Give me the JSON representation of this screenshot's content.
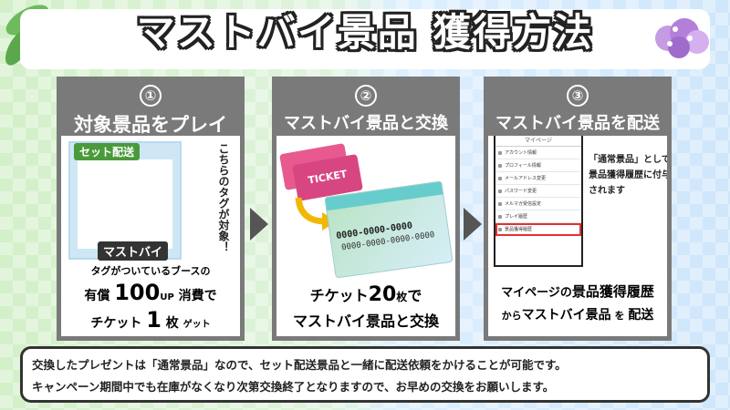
{
  "title": "マストバイ景品 獲得方法",
  "steps": [
    {
      "num": "①",
      "title": "対象景品をプレイ",
      "frame_top_label": "セット配送",
      "frame_bottom_label": "マストバイ",
      "vertical_note": "こちらのタグが対象！",
      "line1": "タグがついているブースの",
      "line2_a": "有償",
      "line2_num": "100",
      "line2_unit": "UP",
      "line2_b": "消費で",
      "line3_a": "チケット",
      "line3_num": "1",
      "line3_b": "枚",
      "line3_c": "ゲット"
    },
    {
      "num": "②",
      "title": "マストバイ景品と交換",
      "ticket_label": "TICKET",
      "card_code": "0000-0000-0000",
      "card_code2": "0000-0000-0000-0000",
      "line1_a": "チケット",
      "line1_num": "20",
      "line1_b": "枚",
      "line1_c": "で",
      "line2": "マストバイ景品と交換"
    },
    {
      "num": "③",
      "title": "マストバイ景品を配送",
      "phone_header": "マイページ",
      "phone_items": [
        "アカウント情報",
        "プロフィール情報",
        "メールアドレス変更",
        "パスワード変更",
        "メルマガ受信設定",
        "プレイ履歴",
        "景品獲得履歴"
      ],
      "note": "「通常景品」として景品獲得履歴に付与されます",
      "line1_a": "マイページの",
      "line1_b": "景品獲得履歴",
      "line2_a": "から",
      "line2_b": "マストバイ景品",
      "line2_c": "を",
      "line2_d": "配送"
    }
  ],
  "notice": {
    "line1": "交換したプレゼントは「通常景品」なので、セット配送景品と一緒に配送依頼をかけることが可能です。",
    "line2": "キャンペーン期間中でも在庫がなくなり次第交換終了となりますので、お早めの交換をお願いします。"
  },
  "colors": {
    "panel": "#7a7a7a",
    "highlight": "#e53030",
    "ticket": "#e8598f"
  },
  "icons": [
    "leaf-icon",
    "hydrangea-icon",
    "arrow-right-icon",
    "curve-arrow-icon",
    "ticket-icon"
  ]
}
